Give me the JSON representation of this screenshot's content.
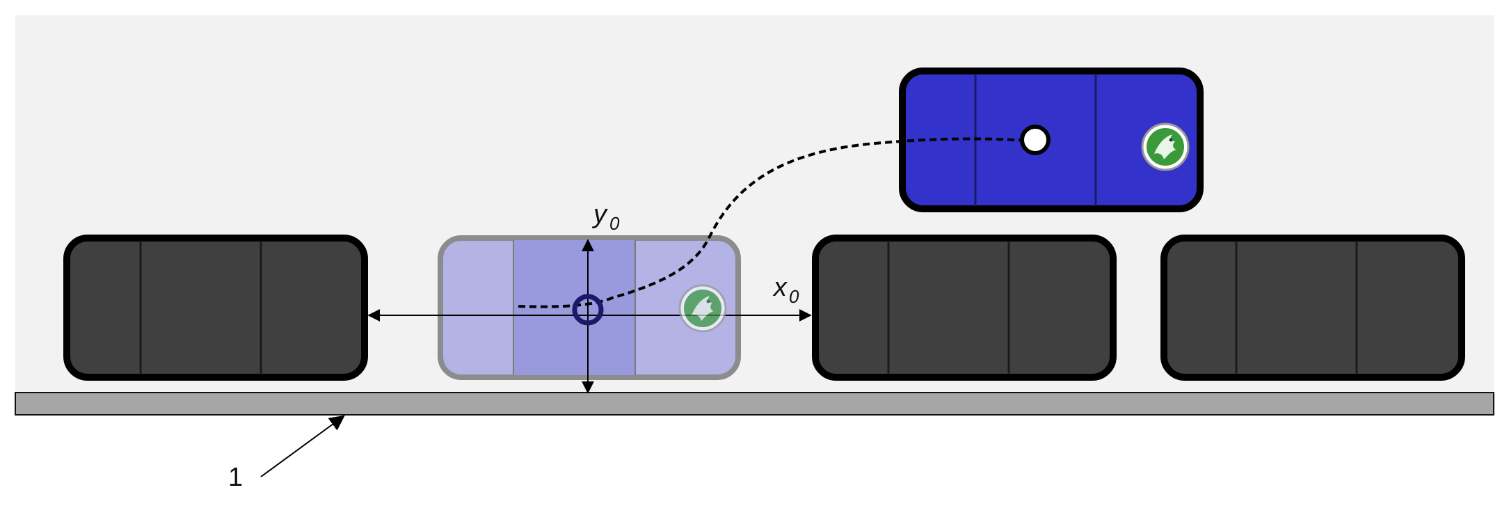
{
  "labels": {
    "y_axis": "y",
    "y_sub": "0",
    "x_axis": "x",
    "x_sub": "0",
    "reference": "1"
  },
  "colors": {
    "background": "#f2f2f2",
    "parked_car": "#404040",
    "moving_car": "#3333cc",
    "ghost_car": "#b3b3e6",
    "ghost_car_center": "#9999dd",
    "ground": "#a6a6a6",
    "logo_green": "#3a9a3a"
  },
  "icons": {
    "car_logo": "dragon-logo-icon"
  }
}
